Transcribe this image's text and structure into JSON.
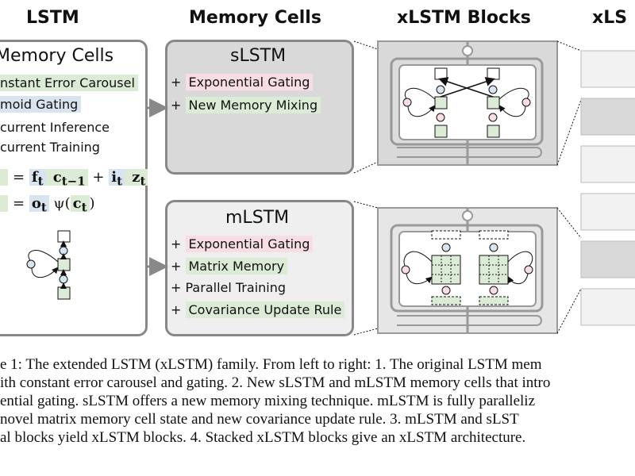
{
  "headers": {
    "lstm": "LSTM",
    "memory_cells": "Memory Cells",
    "xlstm_blocks": "xLSTM Blocks",
    "xlstm_arch": "xLS"
  },
  "lstm_box": {
    "title": "Memory Cells",
    "features": [
      "nstant Error Carousel",
      "moid Gating",
      "current Inference",
      "current Training"
    ],
    "eq1": {
      "lhs": "= ",
      "f": "f",
      "f_sub": "t",
      "c_prev": " c",
      "c_prev_sub": "t−1",
      "plus": " + ",
      "i": "i",
      "i_sub": "t",
      "z": " z",
      "z_sub": "t"
    },
    "eq2": {
      "lhs": "= ",
      "o": "o",
      "o_sub": "t",
      "psi": " ψ(",
      "c": "c",
      "c_sub": "t",
      "close": ")"
    }
  },
  "slstm": {
    "title": "sLSTM",
    "features": [
      {
        "prefix": "+ ",
        "label": "Exponential Gating",
        "color": "red"
      },
      {
        "prefix": "+ ",
        "label": "New Memory Mixing",
        "color": "green"
      }
    ]
  },
  "mlstm": {
    "title": "mLSTM",
    "features": [
      {
        "prefix": "+ ",
        "label": "Exponential Gating",
        "color": "red"
      },
      {
        "prefix": "+ ",
        "label": "Matrix Memory",
        "color": "green"
      },
      {
        "prefix": "+ ",
        "label": "Parallel Training",
        "color": "none"
      },
      {
        "prefix": "+ ",
        "label": "Covariance Update Rule",
        "color": "green"
      }
    ]
  },
  "caption": [
    "e 1: The extended LSTM (xLSTM) family. From left to right: 1. The original LSTM mem",
    "ith constant error carousel and gating. 2. New sLSTM and mLSTM memory cells that intro",
    "ential gating. sLSTM offers a new memory mixing technique. mLSTM is fully paralleliz",
    " novel matrix memory cell state and new covariance update rule. 3. mLSTM and sLST",
    "al blocks yield xLSTM blocks. 4. Stacked xLSTM blocks give an xLSTM architecture."
  ],
  "colors": {
    "red_gate": "#f8dde4",
    "green_cell": "#dcebd6",
    "blue_gate": "#d9e4f0",
    "border": "#888888"
  }
}
